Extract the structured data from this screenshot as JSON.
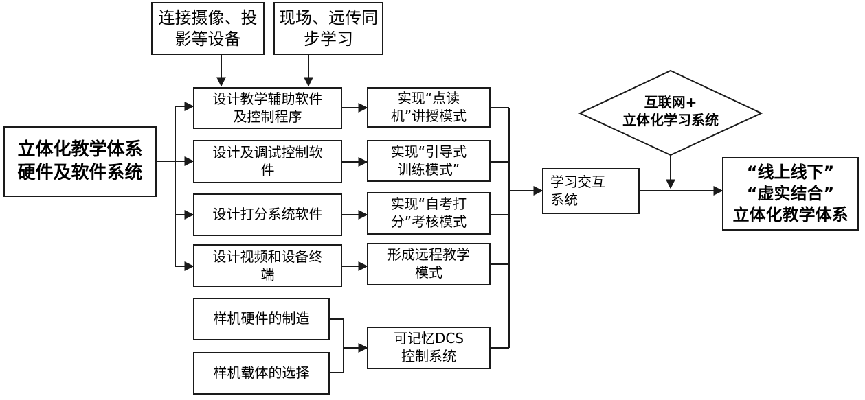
{
  "diagram": {
    "left_group": {
      "main_source": "立体化教学体系\n硬件及软件系统",
      "inputs": {
        "camera": "连接摄像、投\n影等设备",
        "sync": "现场、远传同\n步学习"
      }
    },
    "design_steps": [
      "设计教学辅助软件\n及控制程序",
      "设计及调试控制软\n件",
      "设计打分系统软件",
      "设计视频和设备终\n端"
    ],
    "modes": [
      "实现“点读\n机”讲授模式",
      "实现“引导式\n训练模式”",
      "实现“自考打\n分”考核模式",
      "形成远程教学\n模式"
    ],
    "prototype": {
      "hardware": "样机硬件的制造",
      "carrier": "样机载体的选择",
      "dcs": "可记忆DCS\n控制系统"
    },
    "interaction": "学习交互\n系统",
    "internet": "互联网+\n立体化学习系统",
    "result": "“线上线下”\n“虚实结合”\n立体化教学体系"
  }
}
